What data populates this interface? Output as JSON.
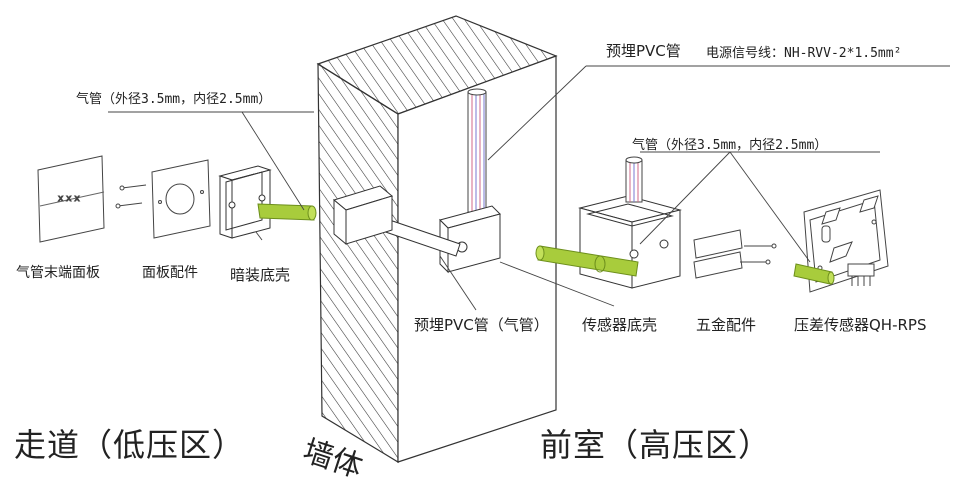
{
  "labels": {
    "pvc_pipe_top": "预埋PVC管",
    "power_line": "电源信号线：NH-RVV-2*1.5mm²",
    "air_tube_left": "气管（外径3.5mm，内径2.5mm）",
    "air_tube_right": "气管（外径3.5mm，内径2.5mm）",
    "end_panel": "气管末端面板",
    "panel_parts": "面板配件",
    "concealed_box": "暗装底壳",
    "pvc_pipe_air": "预埋PVC管（气管）",
    "sensor_box": "传感器底壳",
    "hardware": "五金配件",
    "sensor": "压差传感器QH-RPS",
    "corridor": "走道（低压区）",
    "wall": "墙体",
    "antechamber": "前室（高压区）"
  },
  "colors": {
    "tube_green": "#a8cc3c",
    "tube_green_dark": "#7fa324",
    "wire_red": "#d06a8a",
    "wire_blue": "#7a7ad0",
    "line": "#333333"
  }
}
